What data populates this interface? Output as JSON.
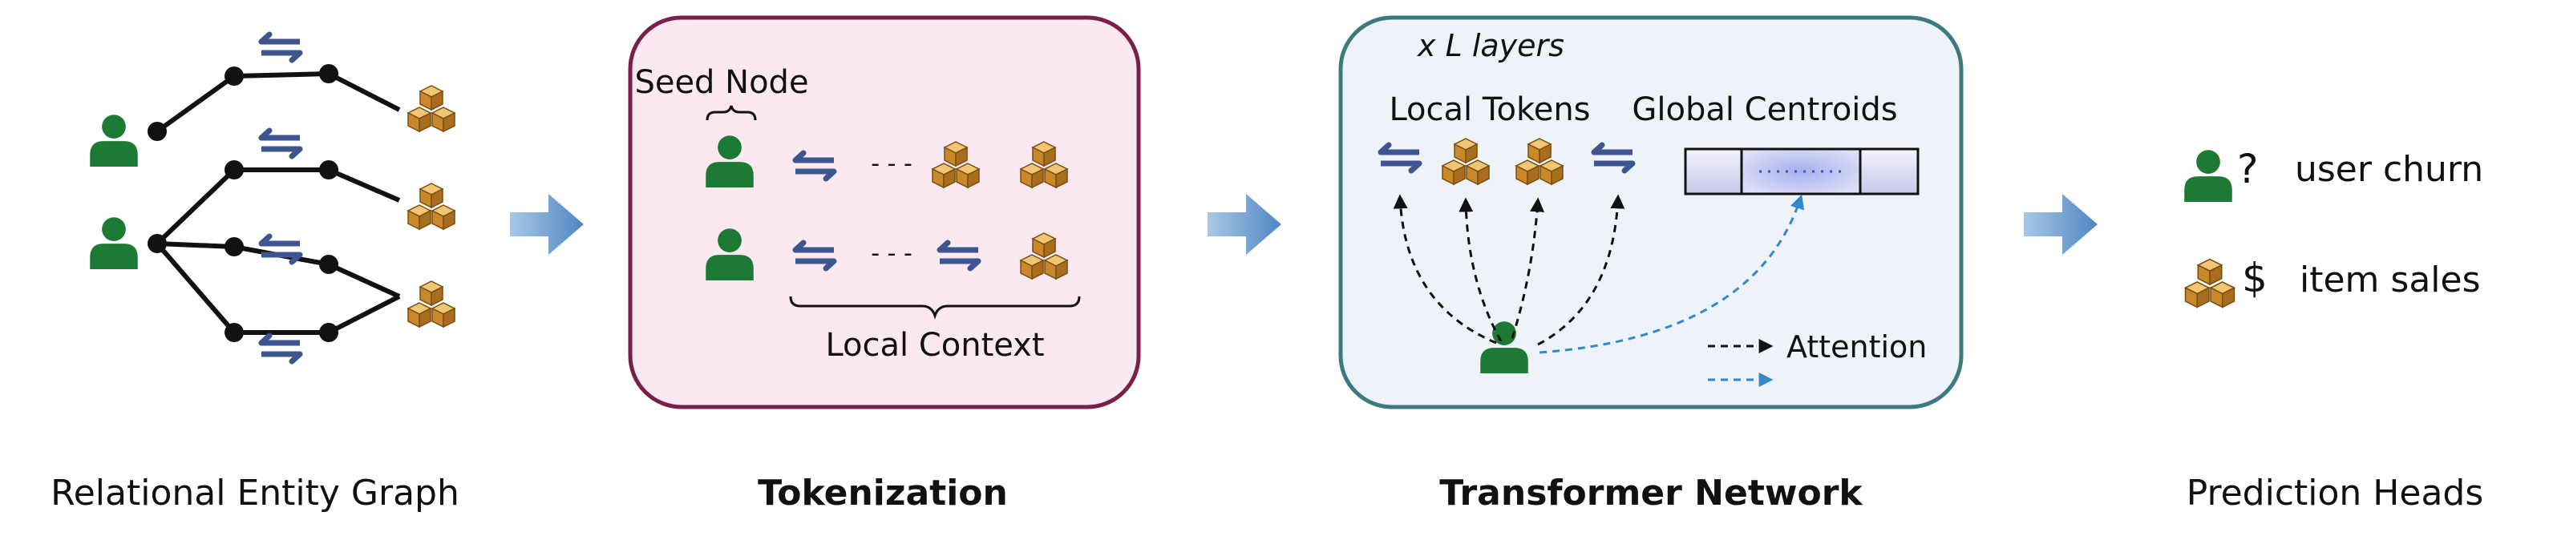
{
  "sections": {
    "graph": {
      "caption": "Relational Entity Graph"
    },
    "tokenization": {
      "caption": "Tokenization",
      "seed_label": "Seed Node",
      "context_label": "Local Context",
      "ellipsis": "- - -"
    },
    "transformer": {
      "caption": "Transformer Network",
      "layers_label": "x L layers",
      "local_tokens_label": "Local Tokens",
      "global_centroids_label": "Global Centroids",
      "attention_label": "Attention"
    },
    "heads": {
      "caption": "Prediction Heads",
      "items": [
        {
          "label": "user churn",
          "symbol": "?",
          "icon": "user-icon"
        },
        {
          "label": "item sales",
          "symbol": "$",
          "icon": "boxes-icon"
        }
      ]
    }
  },
  "icons": {
    "user": "user-icon",
    "item": "boxes-icon",
    "relation": "bidirectional-arrows-icon",
    "flow": "flow-arrow-icon"
  },
  "colors": {
    "user_green": "#1d7a35",
    "box_gold": "#c9882a",
    "relation_arrow": "#3f5590",
    "flow_arrow": "#6f9fd0",
    "tokenization_bg": "#fce8f1",
    "tokenization_border": "#7a1f4a",
    "transformer_bg": "#eef3f9",
    "transformer_border": "#3d7a80",
    "layers_text": "#2bb8c4",
    "churn_symbol": "#cc1111",
    "sales_symbol": "#2a8a2a",
    "attention_black": "#111111",
    "attention_blue": "#3388cc"
  }
}
